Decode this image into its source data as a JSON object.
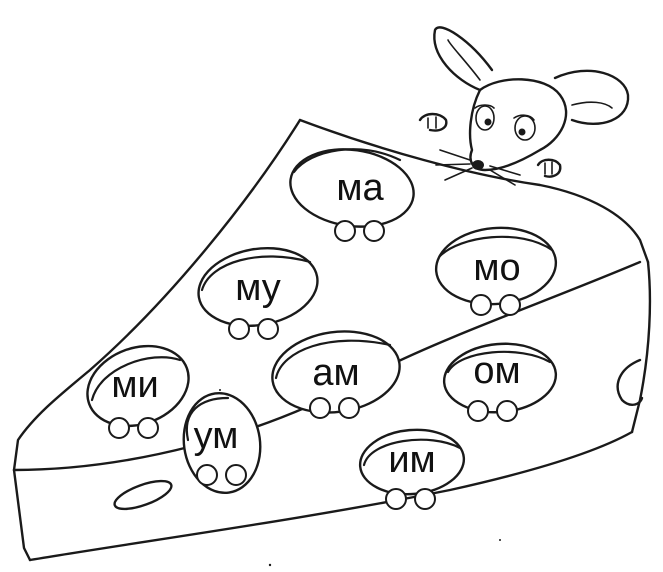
{
  "syllables": [
    {
      "id": "ma",
      "text": "ма"
    },
    {
      "id": "mo",
      "text": "мо"
    },
    {
      "id": "mu",
      "text": "му"
    },
    {
      "id": "am",
      "text": "ам"
    },
    {
      "id": "om",
      "text": "ом"
    },
    {
      "id": "mi",
      "text": "ми"
    },
    {
      "id": "um",
      "text": "ум"
    },
    {
      "id": "im",
      "text": "им"
    }
  ]
}
